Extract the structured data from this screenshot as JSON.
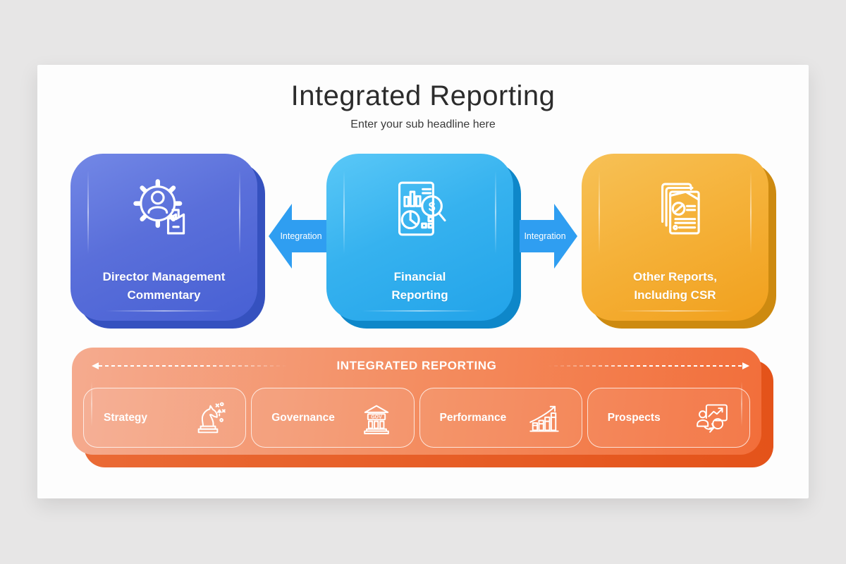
{
  "page": {
    "background_color": "#e7e6e6",
    "slide_color": "#fdfdfd"
  },
  "slide": {
    "title": "Integrated Reporting",
    "subtitle": "Enter your sub headline here"
  },
  "boxes": [
    {
      "title_line1": "Director Management",
      "title_line2": "Commentary",
      "icon": "gear-person-factory-icon",
      "color_top": "#7388e6",
      "color_bottom": "#4760d4",
      "shadow_color": "#3551bf"
    },
    {
      "title_line1": "Financial",
      "title_line2": "Reporting",
      "icon": "financial-report-magnifier-icon",
      "color_top": "#5ac8f7",
      "color_bottom": "#22a3e9",
      "shadow_color": "#0e87c9"
    },
    {
      "title_line1": "Other Reports,",
      "title_line2": "Including CSR",
      "icon": "reports-stack-icon",
      "color_top": "#f7c156",
      "color_bottom": "#f1a01d",
      "shadow_color": "#cd8a10"
    }
  ],
  "arrows": [
    {
      "label": "Integration",
      "direction": "left",
      "color": "#2f9ef1"
    },
    {
      "label": "Integration",
      "direction": "right",
      "color": "#2f9ef1"
    }
  ],
  "bottom_bar": {
    "title": "INTEGRATED REPORTING",
    "color_left": "#f5ab8f",
    "color_right": "#f26e3a",
    "shadow_color": "#e4531a",
    "items": [
      {
        "label": "Strategy",
        "icon": "chess-knight-strategy-icon"
      },
      {
        "label": "Governance",
        "icon": "government-building-icon",
        "gov_label": "GOV"
      },
      {
        "label": "Performance",
        "icon": "growth-bar-chart-icon"
      },
      {
        "label": "Prospects",
        "icon": "person-chart-magnifier-icon"
      }
    ]
  }
}
